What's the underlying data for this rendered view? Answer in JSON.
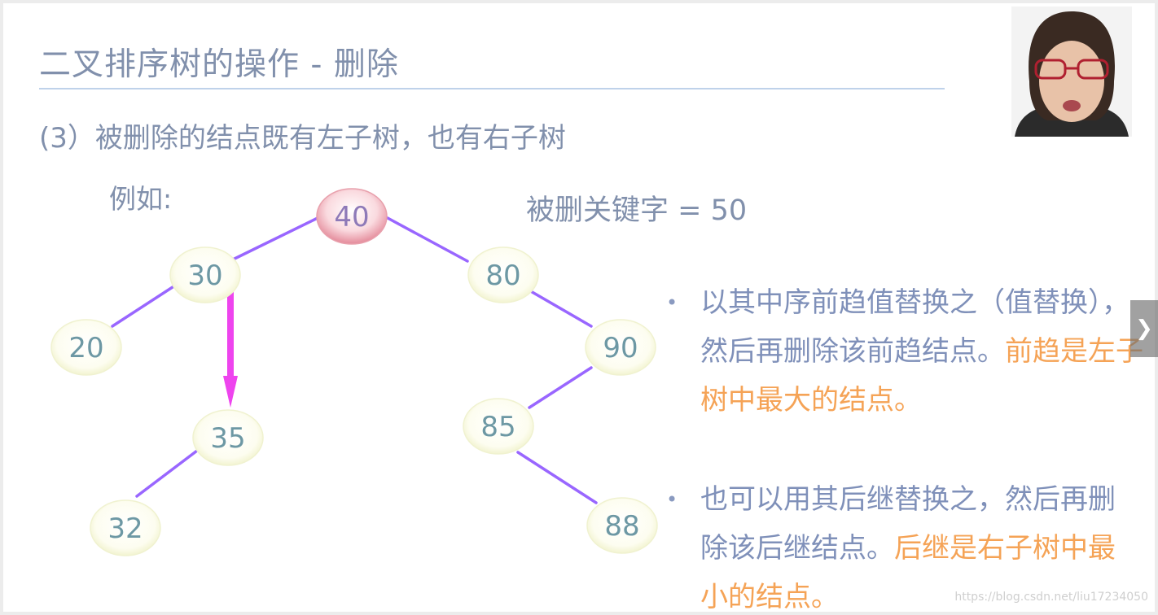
{
  "slide": {
    "title": "二叉排序树的操作 - 删除",
    "subtitle": "(3）被删除的结点既有左子树，也有右子树",
    "example_label": "例如:",
    "deleted_key": "被删关键字 = 50"
  },
  "tree": {
    "nodes": {
      "n40": "40",
      "n30": "30",
      "n80": "80",
      "n20": "20",
      "n90": "90",
      "n35": "35",
      "n85": "85",
      "n32": "32",
      "n88": "88"
    }
  },
  "bullets": [
    {
      "text_a": "以其中序前趋值替换之（值替换），然后再删除该前趋结点。",
      "highlight": "前趋是左子树中最大的结点。"
    },
    {
      "text_a": "也可以用其后继替换之，然后再删除该后继结点。",
      "highlight": "后继是右子树中最小的结点。"
    }
  ],
  "watermark": "https://blog.csdn.net/liu17234050",
  "icons": {
    "next": "chevron-right-icon",
    "bullet": "bullet-dot-icon"
  },
  "colors": {
    "text": "#8190ac",
    "highlight": "#f5a356",
    "edge": "#9966ff",
    "arrow": "#ee44ee",
    "node_fill": "#fbfbe6",
    "root_fill": "#f7c3c9"
  }
}
